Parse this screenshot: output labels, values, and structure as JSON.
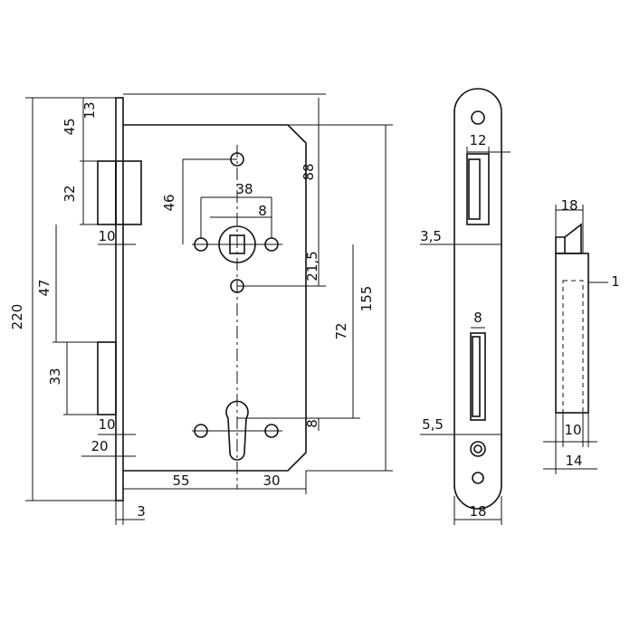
{
  "main_view": {
    "dims": {
      "total_height": "220",
      "top_to_bolt": "45",
      "plate_top": "13",
      "latch_height": "32",
      "latch_to_bolt": "47",
      "bolt_height": "33",
      "follower_to_top": "88",
      "hole_height": "46",
      "hole_spacing": "38",
      "spindle_square": "8",
      "handle_offset": "21,5",
      "follower_to_cylinder": "72",
      "body_height": "155",
      "latch_projection": "10",
      "bolt_projection": "10",
      "bolt_throw": "20",
      "backset": "55",
      "cylinder_to_edge": "30",
      "cylinder_offset": "8",
      "faceplate_thickness": "3"
    }
  },
  "faceplate_view": {
    "dims": {
      "latch_width": "12",
      "latch_inset": "3,5",
      "bolt_width": "8",
      "bolt_inset": "5,5",
      "plate_width": "18"
    }
  },
  "strike_view": {
    "dims": {
      "width_top": "18",
      "side_offset": "1",
      "inner_width": "10",
      "bottom_width": "14"
    }
  }
}
